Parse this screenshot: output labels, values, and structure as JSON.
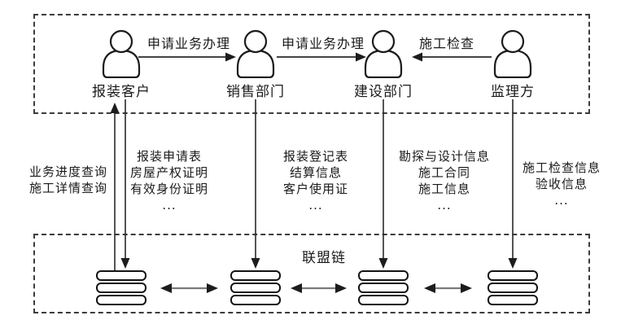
{
  "diagram": {
    "actors": [
      {
        "label": "报装客户"
      },
      {
        "label": "销售部门"
      },
      {
        "label": "建设部门"
      },
      {
        "label": "监理方"
      }
    ],
    "flows": [
      {
        "label": "申请业务办理"
      },
      {
        "label": "申请业务办理"
      },
      {
        "label": "施工检查"
      }
    ],
    "query_column": {
      "lines": [
        "业务进度查询",
        "施工详情查询"
      ]
    },
    "doc_columns": [
      {
        "lines": [
          "报装申请表",
          "房屋产权证明",
          "有效身份证明",
          "..."
        ]
      },
      {
        "lines": [
          "报装登记表",
          "结算信息",
          "客户使用证",
          "..."
        ]
      },
      {
        "lines": [
          "勘探与设计信息",
          "施工合同",
          "施工信息",
          "..."
        ]
      },
      {
        "lines": [
          "施工检查信息",
          "验收信息",
          "..."
        ]
      }
    ],
    "chain_label": "联盟链",
    "colors": {
      "line": "#2a2a2a",
      "double_arrow_line": "#7a7a7a",
      "arrowhead": "#1c1c1c",
      "text": "#1a1a1a",
      "background": "#ffffff"
    }
  }
}
